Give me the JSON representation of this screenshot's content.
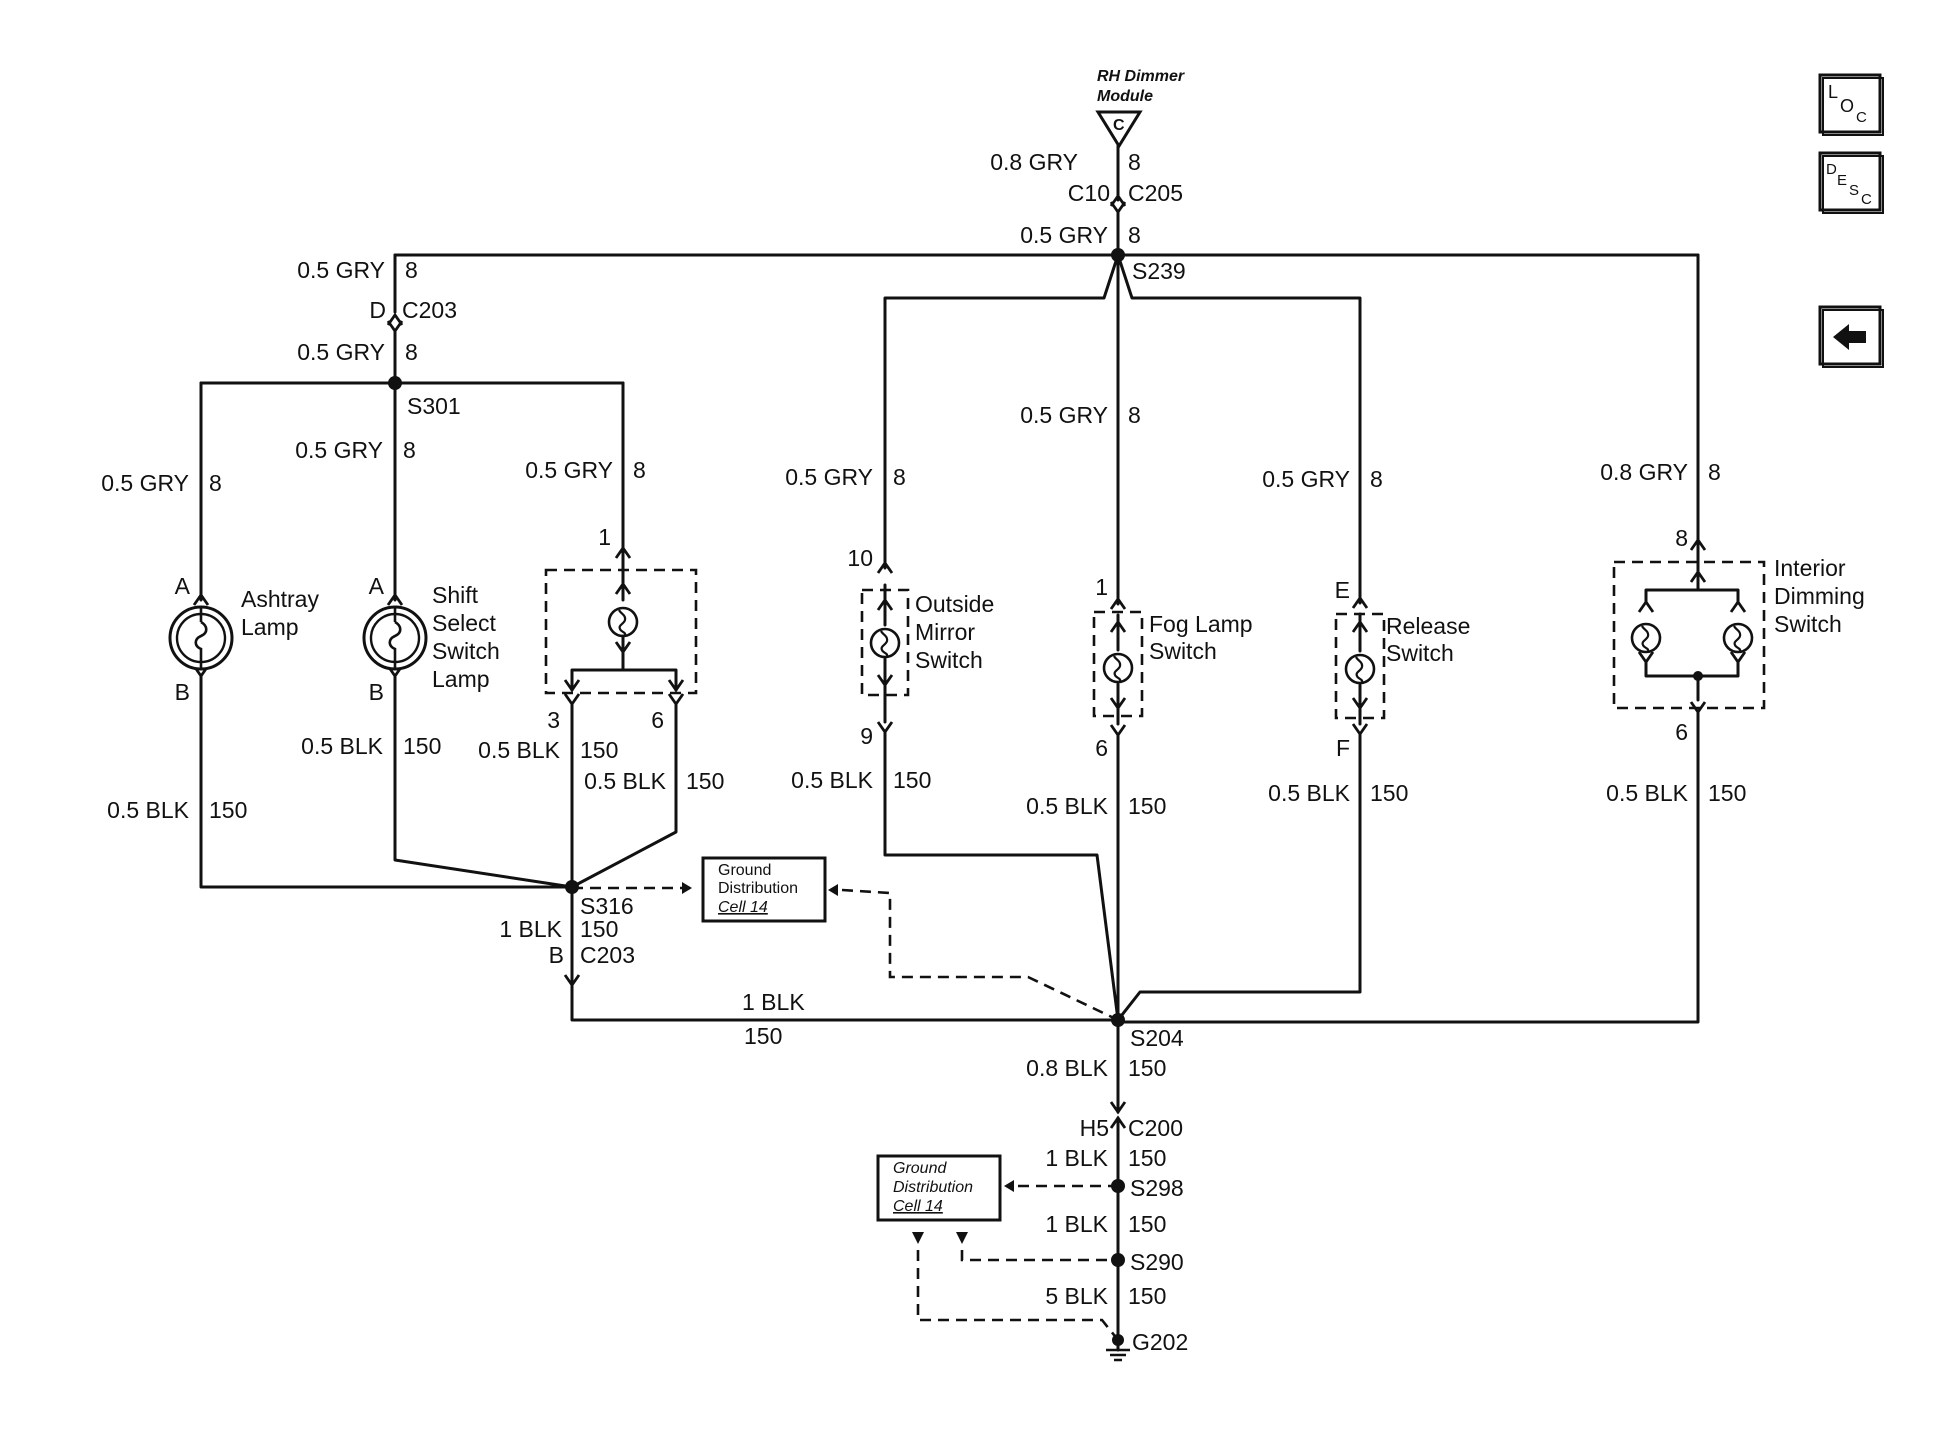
{
  "module": {
    "line1": "RH Dimmer",
    "line2": "Module",
    "pin": "C"
  },
  "nav": {
    "loc": {
      "big": "L",
      "sub": "O",
      "sub2": "C"
    },
    "desc": {
      "big": "D",
      "sub": "E",
      "sub2": "S",
      "sub3": "C"
    },
    "back_icon": "arrow-left-icon"
  },
  "labels": {
    "top_wire1": "0.8 GRY",
    "top_wire1_ckt": "8",
    "c10": "C10",
    "c205": "C205",
    "top_wire2": "0.5 GRY",
    "top_wire2_ckt": "8",
    "s239": "S239",
    "left_wire1": "0.5 GRY",
    "left_wire1_ckt": "8",
    "d": "D",
    "c203": "C203",
    "left_wire2": "0.5 GRY",
    "left_wire2_ckt": "8",
    "s301": "S301",
    "shift_wire": "0.5 GRY",
    "shift_wire_ckt": "8",
    "ash_wire": "0.5 GRY",
    "ash_wire_ckt": "8",
    "hz_wire": "0.5 GRY",
    "hz_wire_ckt": "8",
    "hz_pin1": "1",
    "mirror_wire": "0.5 GRY",
    "mirror_wire_ckt": "8",
    "fog_wire": "0.5 GRY",
    "fog_wire_ckt": "8",
    "rel_wire": "0.5 GRY",
    "rel_wire_ckt": "8",
    "int_wire": "0.8 GRY",
    "int_wire_ckt": "8",
    "ash_pin_a": "A",
    "ash_pin_b": "B",
    "ash_name1": "Ashtray",
    "ash_name2": "Lamp",
    "shift_pin_a": "A",
    "shift_pin_b": "B",
    "shift_name1": "Shift",
    "shift_name2": "Select",
    "shift_name3": "Switch",
    "shift_name4": "Lamp",
    "hz_pin3": "3",
    "hz_pin6": "6",
    "mirror_pin10": "10",
    "mirror_pin9": "9",
    "mirror_name1": "Outside",
    "mirror_name2": "Mirror",
    "mirror_name3": "Switch",
    "fog_pin1": "1",
    "fog_pin6": "6",
    "fog_name1": "Fog Lamp",
    "fog_name2": "Switch",
    "rel_pin_e": "E",
    "rel_pin_f": "F",
    "rel_name1": "Release",
    "rel_name2": "Switch",
    "int_pin8": "8",
    "int_pin6": "6",
    "int_name1": "Interior",
    "int_name2": "Dimming",
    "int_name3": "Switch",
    "shift_blk": "0.5 BLK",
    "shift_blk_ckt": "150",
    "ash_blk": "0.5 BLK",
    "ash_blk_ckt": "150",
    "hz3_blk": "0.5 BLK",
    "hz3_blk_ckt": "150",
    "hz6_blk": "0.5 BLK",
    "hz6_blk_ckt": "150",
    "mirror_blk": "0.5 BLK",
    "mirror_blk_ckt": "150",
    "fog_blk": "0.5 BLK",
    "fog_blk_ckt": "150",
    "rel_blk": "0.5 BLK",
    "rel_blk_ckt": "150",
    "int_blk": "0.5 BLK",
    "int_blk_ckt": "150",
    "gd1_line1": "Ground",
    "gd1_line2": "Distribution",
    "gd1_line3": "Cell 14",
    "s316": "S316",
    "s316_wire": "1 BLK",
    "s316_ckt": "150",
    "b": "B",
    "c203b": "C203",
    "bottom_wire": "1 BLK",
    "bottom_wire_ckt": "150",
    "s204": "S204",
    "s204_wire": "0.8 BLK",
    "s204_ckt": "150",
    "h5": "H5",
    "c200": "C200",
    "c200_wire": "1 BLK",
    "c200_ckt": "150",
    "gd2_line1": "Ground",
    "gd2_line2": "Distribution",
    "gd2_line3": "Cell 14",
    "s298": "S298",
    "s298_wire": "1 BLK",
    "s298_ckt": "150",
    "s290": "S290",
    "s290_wire": "5 BLK",
    "s290_ckt": "150",
    "g202": "G202"
  }
}
